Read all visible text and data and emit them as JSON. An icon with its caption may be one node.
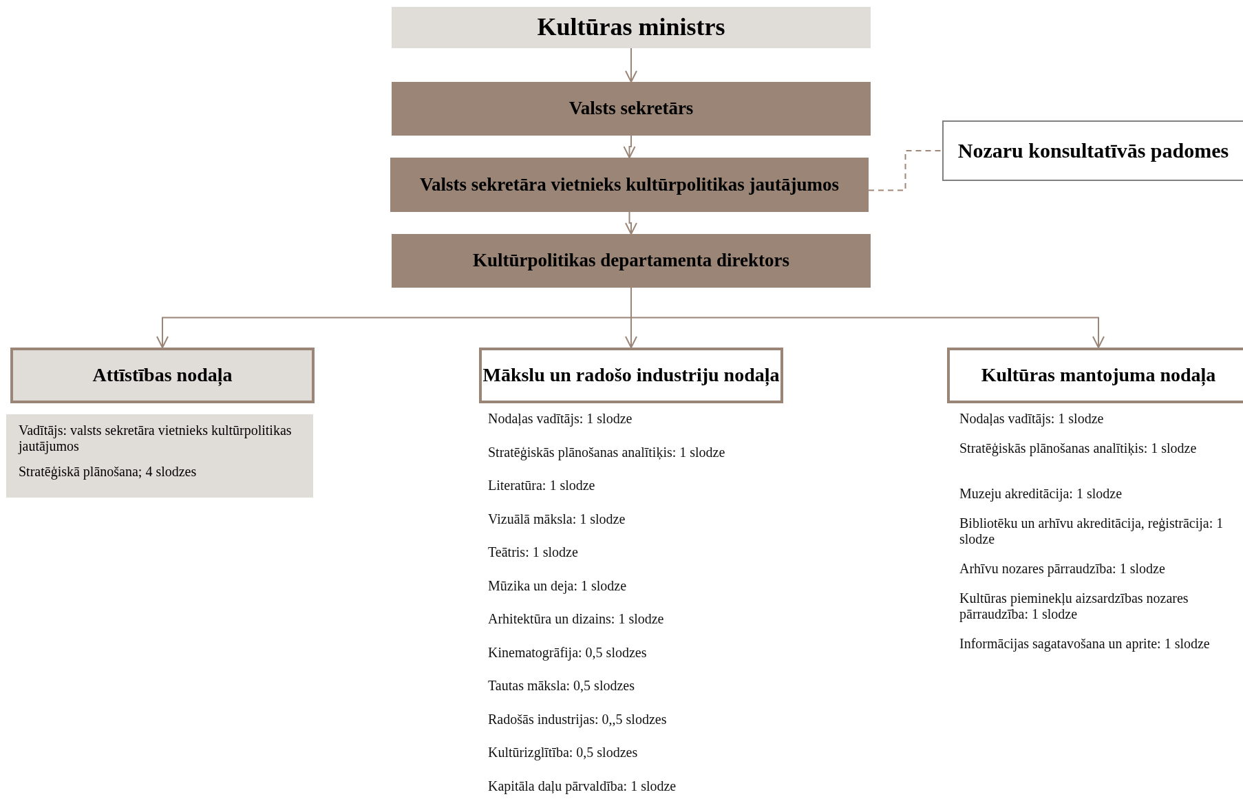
{
  "diagram": {
    "nodes": [
      {
        "text": [
          "Kultūras ministrs"
        ]
      },
      {
        "text": [
          "Valsts sekretārs"
        ]
      },
      {
        "text": [
          "Valsts sekretāra vietnieks kultūrpolitikas jautājumos"
        ]
      },
      {
        "text": [
          "Kultūrpolitikas departamenta direktors"
        ]
      },
      {
        "text": [
          "Nozaru konsultatīvās padomes"
        ]
      },
      {
        "text": [
          "Attīstības nodaļa"
        ]
      },
      {
        "text": [
          "Vadītājs: valsts sekretāra vietnieks kultūrpolitikas jautājumos",
          "Stratēģiskā plānošana; 4 slodzes"
        ]
      },
      {
        "text": [
          "Mākslu un radošo industriju nodaļa"
        ]
      },
      {
        "text": [
          "Kultūras mantojuma nodaļa"
        ]
      }
    ],
    "edges": [
      {
        "from": 0,
        "to": 1,
        "arrow": "to"
      },
      {
        "from": 1,
        "to": 2,
        "arrow": "to"
      },
      {
        "from": 2,
        "to": 3,
        "arrow": "to"
      },
      {
        "from": 3,
        "to": 5,
        "arrow": "to"
      },
      {
        "from": 3,
        "to": 7,
        "arrow": "to"
      },
      {
        "from": 3,
        "to": 8,
        "arrow": "to"
      },
      {
        "from": 2,
        "to": 4,
        "arrow": "none",
        "style": "dashed",
        "color": "#a08878"
      }
    ],
    "labels": [
      "Nodaļas vadītājs: 1 slodze",
      "Stratēģiskās plānošanas analītiķis: 1 slodze",
      "Literatūra: 1 slodze",
      "Vizuālā māksla: 1 slodze",
      "Teātris: 1 slodze",
      "Mūzika un deja: 1 slodze",
      "Arhitektūra un dizains: 1 slodze",
      "Kinematogrāfija: 0,5 slodzes",
      "Tautas māksla: 0,5 slodzes",
      "Radošās industrijas: 0,,5 slodzes",
      "Kultūrizglītība: 0,5 slodzes",
      "Kapitāla daļu pārvaldība: 1 slodze",
      "Nodaļas vadītājs: 1 slodze",
      "Stratēģiskās plānošanas analītiķis: 1 slodze",
      "Muzeju akreditācija: 1  slodze",
      "Bibliotēku un arhīvu akreditācija, reģistrācija: 1 slodze",
      "Arhīvu nozares pārraudzība: 1 slodze",
      "Kultūras pieminekļu aizsardzības nozares pārraudzība: 1 slodze",
      "Informācijas sagatavošana un aprite: 1 slodze"
    ]
  }
}
